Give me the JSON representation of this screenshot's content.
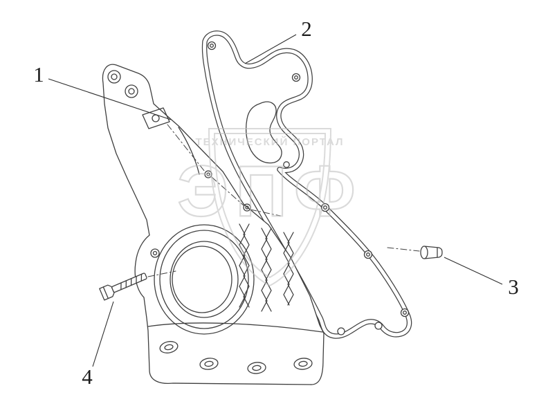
{
  "figure": {
    "type": "exploded-parts-diagram",
    "colors": {
      "background": "#ffffff",
      "line_color": "#3f3f3f",
      "watermark_color": "#bdbdbd",
      "label_color": "#1c1c1c"
    },
    "watermark": {
      "logo_text": "ЭПФ",
      "banner_text": "ТЕХНИЧЕСКИЙ ПОРТАЛ"
    },
    "callouts": [
      {
        "label": "1"
      },
      {
        "label": "2"
      },
      {
        "label": "3"
      },
      {
        "label": "4"
      }
    ]
  }
}
